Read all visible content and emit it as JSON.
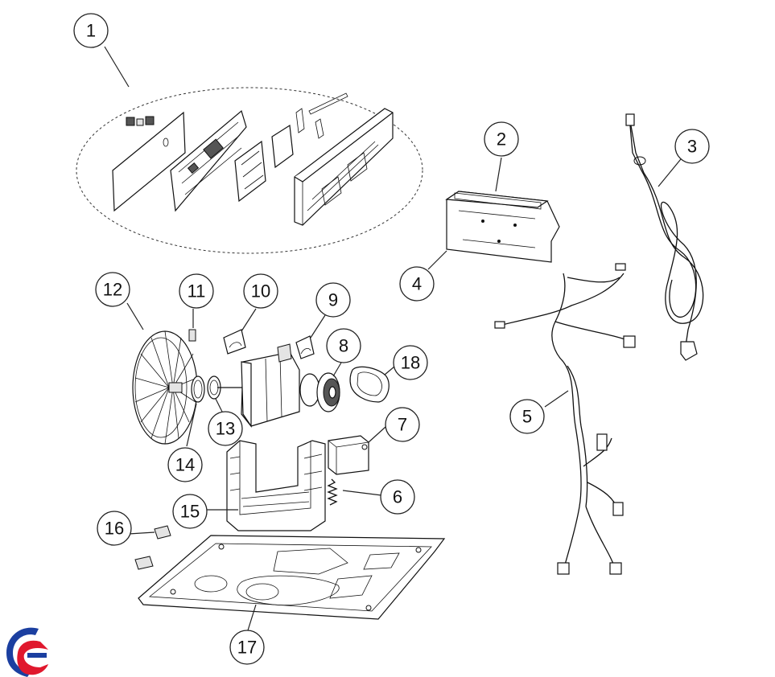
{
  "diagram": {
    "callouts": [
      {
        "number": "1"
      },
      {
        "number": "2"
      },
      {
        "number": "3"
      },
      {
        "number": "4"
      },
      {
        "number": "5"
      },
      {
        "number": "6"
      },
      {
        "number": "7"
      },
      {
        "number": "8"
      },
      {
        "number": "9"
      },
      {
        "number": "10"
      },
      {
        "number": "11"
      },
      {
        "number": "12"
      },
      {
        "number": "13"
      },
      {
        "number": "14"
      },
      {
        "number": "15"
      },
      {
        "number": "16"
      },
      {
        "number": "17"
      },
      {
        "number": "18"
      }
    ]
  },
  "logo": {
    "name": "brand-logo",
    "colors": {
      "blue": "#1b3fa0",
      "red": "#e0182d"
    }
  }
}
